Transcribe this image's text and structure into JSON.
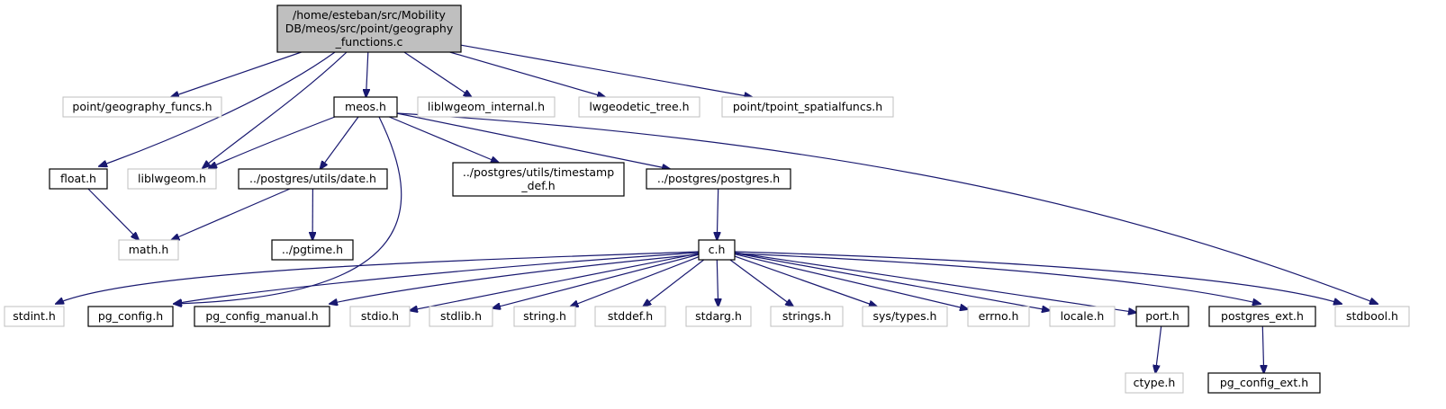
{
  "colors": {
    "edge": "#191970",
    "root_fill": "#bfbfbf",
    "black_border": "#000000",
    "gray_border": "#bfbfbf"
  },
  "nodes": [
    {
      "id": "root",
      "style": "root",
      "lines": [
        "/home/esteban/src/Mobility",
        "DB/meos/src/point/geography",
        "_functions.c"
      ]
    },
    {
      "id": "geography_funcs",
      "style": "gray",
      "lines": [
        "point/geography_funcs.h"
      ]
    },
    {
      "id": "meos",
      "style": "black",
      "lines": [
        "meos.h"
      ]
    },
    {
      "id": "liblwgeom_internal",
      "style": "gray",
      "lines": [
        "liblwgeom_internal.h"
      ]
    },
    {
      "id": "lwgeodetic_tree",
      "style": "gray",
      "lines": [
        "lwgeodetic_tree.h"
      ]
    },
    {
      "id": "tpoint_spatialfuncs",
      "style": "gray",
      "lines": [
        "point/tpoint_spatialfuncs.h"
      ]
    },
    {
      "id": "float",
      "style": "black",
      "lines": [
        "float.h"
      ]
    },
    {
      "id": "liblwgeom",
      "style": "gray",
      "lines": [
        "liblwgeom.h"
      ]
    },
    {
      "id": "date",
      "style": "black",
      "lines": [
        "../postgres/utils/date.h"
      ]
    },
    {
      "id": "timestamp_def",
      "style": "black",
      "lines": [
        "../postgres/utils/timestamp",
        "_def.h"
      ]
    },
    {
      "id": "postgres",
      "style": "black",
      "lines": [
        "../postgres/postgres.h"
      ]
    },
    {
      "id": "math",
      "style": "gray",
      "lines": [
        "math.h"
      ]
    },
    {
      "id": "pgtime",
      "style": "black",
      "lines": [
        "../pgtime.h"
      ]
    },
    {
      "id": "c",
      "style": "black",
      "lines": [
        "c.h"
      ]
    },
    {
      "id": "stdint",
      "style": "gray",
      "lines": [
        "stdint.h"
      ]
    },
    {
      "id": "pg_config",
      "style": "black",
      "lines": [
        "pg_config.h"
      ]
    },
    {
      "id": "pg_config_manual",
      "style": "black",
      "lines": [
        "pg_config_manual.h"
      ]
    },
    {
      "id": "stdio",
      "style": "gray",
      "lines": [
        "stdio.h"
      ]
    },
    {
      "id": "stdlib",
      "style": "gray",
      "lines": [
        "stdlib.h"
      ]
    },
    {
      "id": "string",
      "style": "gray",
      "lines": [
        "string.h"
      ]
    },
    {
      "id": "stddef",
      "style": "gray",
      "lines": [
        "stddef.h"
      ]
    },
    {
      "id": "stdarg",
      "style": "gray",
      "lines": [
        "stdarg.h"
      ]
    },
    {
      "id": "strings",
      "style": "gray",
      "lines": [
        "strings.h"
      ]
    },
    {
      "id": "sys_types",
      "style": "gray",
      "lines": [
        "sys/types.h"
      ]
    },
    {
      "id": "errno",
      "style": "gray",
      "lines": [
        "errno.h"
      ]
    },
    {
      "id": "locale",
      "style": "gray",
      "lines": [
        "locale.h"
      ]
    },
    {
      "id": "port",
      "style": "black",
      "lines": [
        "port.h"
      ]
    },
    {
      "id": "postgres_ext",
      "style": "black",
      "lines": [
        "postgres_ext.h"
      ]
    },
    {
      "id": "stdbool",
      "style": "gray",
      "lines": [
        "stdbool.h"
      ]
    },
    {
      "id": "ctype",
      "style": "gray",
      "lines": [
        "ctype.h"
      ]
    },
    {
      "id": "pg_config_ext",
      "style": "black",
      "lines": [
        "pg_config_ext.h"
      ]
    }
  ],
  "edges": [
    [
      "root",
      "geography_funcs"
    ],
    [
      "root",
      "meos"
    ],
    [
      "root",
      "liblwgeom_internal"
    ],
    [
      "root",
      "lwgeodetic_tree"
    ],
    [
      "root",
      "tpoint_spatialfuncs"
    ],
    [
      "root",
      "float"
    ],
    [
      "root",
      "liblwgeom"
    ],
    [
      "meos",
      "liblwgeom"
    ],
    [
      "meos",
      "date"
    ],
    [
      "meos",
      "timestamp_def"
    ],
    [
      "meos",
      "postgres"
    ],
    [
      "meos",
      "pg_config"
    ],
    [
      "meos",
      "stdbool"
    ],
    [
      "float",
      "math"
    ],
    [
      "date",
      "math"
    ],
    [
      "date",
      "pgtime"
    ],
    [
      "postgres",
      "c"
    ],
    [
      "c",
      "stdint"
    ],
    [
      "c",
      "pg_config"
    ],
    [
      "c",
      "pg_config_manual"
    ],
    [
      "c",
      "stdio"
    ],
    [
      "c",
      "stdlib"
    ],
    [
      "c",
      "string"
    ],
    [
      "c",
      "stddef"
    ],
    [
      "c",
      "stdarg"
    ],
    [
      "c",
      "strings"
    ],
    [
      "c",
      "sys_types"
    ],
    [
      "c",
      "errno"
    ],
    [
      "c",
      "locale"
    ],
    [
      "c",
      "port"
    ],
    [
      "c",
      "postgres_ext"
    ],
    [
      "c",
      "stdbool"
    ],
    [
      "port",
      "ctype"
    ],
    [
      "postgres_ext",
      "pg_config_ext"
    ]
  ]
}
